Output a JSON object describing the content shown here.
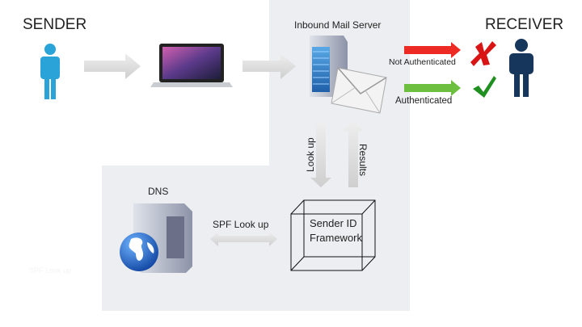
{
  "labels": {
    "sender": "SENDER",
    "receiver": "RECEIVER",
    "inbound_mail_server": "Inbound Mail Server",
    "not_authenticated": "Not Authenticated",
    "authenticated": "Authenticated",
    "look_up": "Look up",
    "results": "Results",
    "dns": "DNS",
    "spf_look_up": "SPF Look up",
    "sender_id_line1": "Sender ID",
    "sender_id_line2": "Framework",
    "ghost_text": "SPF Look up"
  },
  "colors": {
    "panel": "#eceef1",
    "sender": "#29a3d8",
    "receiver": "#17365c",
    "not_authenticated_arrow": "#ee2a24",
    "authenticated_arrow": "#6cbf3f",
    "cross": "#d81414",
    "check": "#1f8f1f",
    "flow_arrow": "#d9d9d9"
  },
  "icons": [
    "sender-person-icon",
    "laptop-icon",
    "server-icon",
    "envelope-icon",
    "cross-icon",
    "check-icon",
    "receiver-person-icon",
    "dns-server-icon",
    "globe-icon",
    "cube-icon"
  ]
}
